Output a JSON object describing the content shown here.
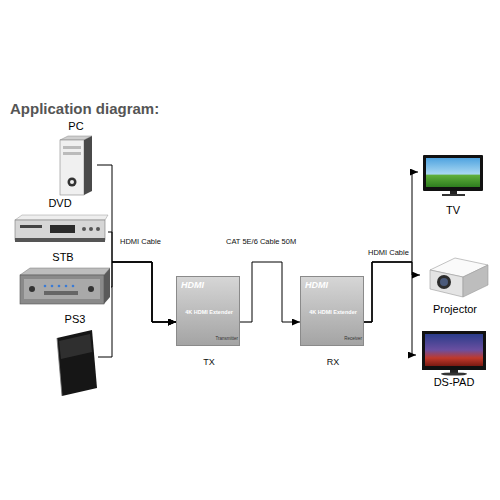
{
  "diagram": {
    "title": "Application diagram:",
    "nodes": [
      {
        "text": [
          "PC"
        ]
      },
      {
        "text": [
          "DVD"
        ]
      },
      {
        "text": [
          "STB"
        ]
      },
      {
        "text": [
          "PS3"
        ]
      },
      {
        "text": [
          "HDMI",
          "4K HDMI Extender",
          "Transmitter",
          "TX"
        ]
      },
      {
        "text": [
          "HDMI",
          "4K HDMI Extender",
          "Receiver",
          "RX"
        ]
      },
      {
        "text": [
          "TV"
        ]
      },
      {
        "text": [
          "Projector"
        ]
      },
      {
        "text": [
          "DS-PAD"
        ]
      }
    ],
    "edges": [
      {
        "from": 0,
        "to": 4,
        "arrow": "to",
        "label": "HDMI Cable"
      },
      {
        "from": 1,
        "to": 4,
        "arrow": "to"
      },
      {
        "from": 2,
        "to": 4,
        "arrow": "to"
      },
      {
        "from": 3,
        "to": 4,
        "arrow": "to"
      },
      {
        "from": 4,
        "to": 5,
        "arrow": "to",
        "label": "CAT 5E/6 Cable 50M"
      },
      {
        "from": 5,
        "to": 6,
        "arrow": "to",
        "label": "HDMI Cable"
      },
      {
        "from": 5,
        "to": 7,
        "arrow": "to"
      },
      {
        "from": 5,
        "to": 8,
        "arrow": "to"
      }
    ]
  }
}
